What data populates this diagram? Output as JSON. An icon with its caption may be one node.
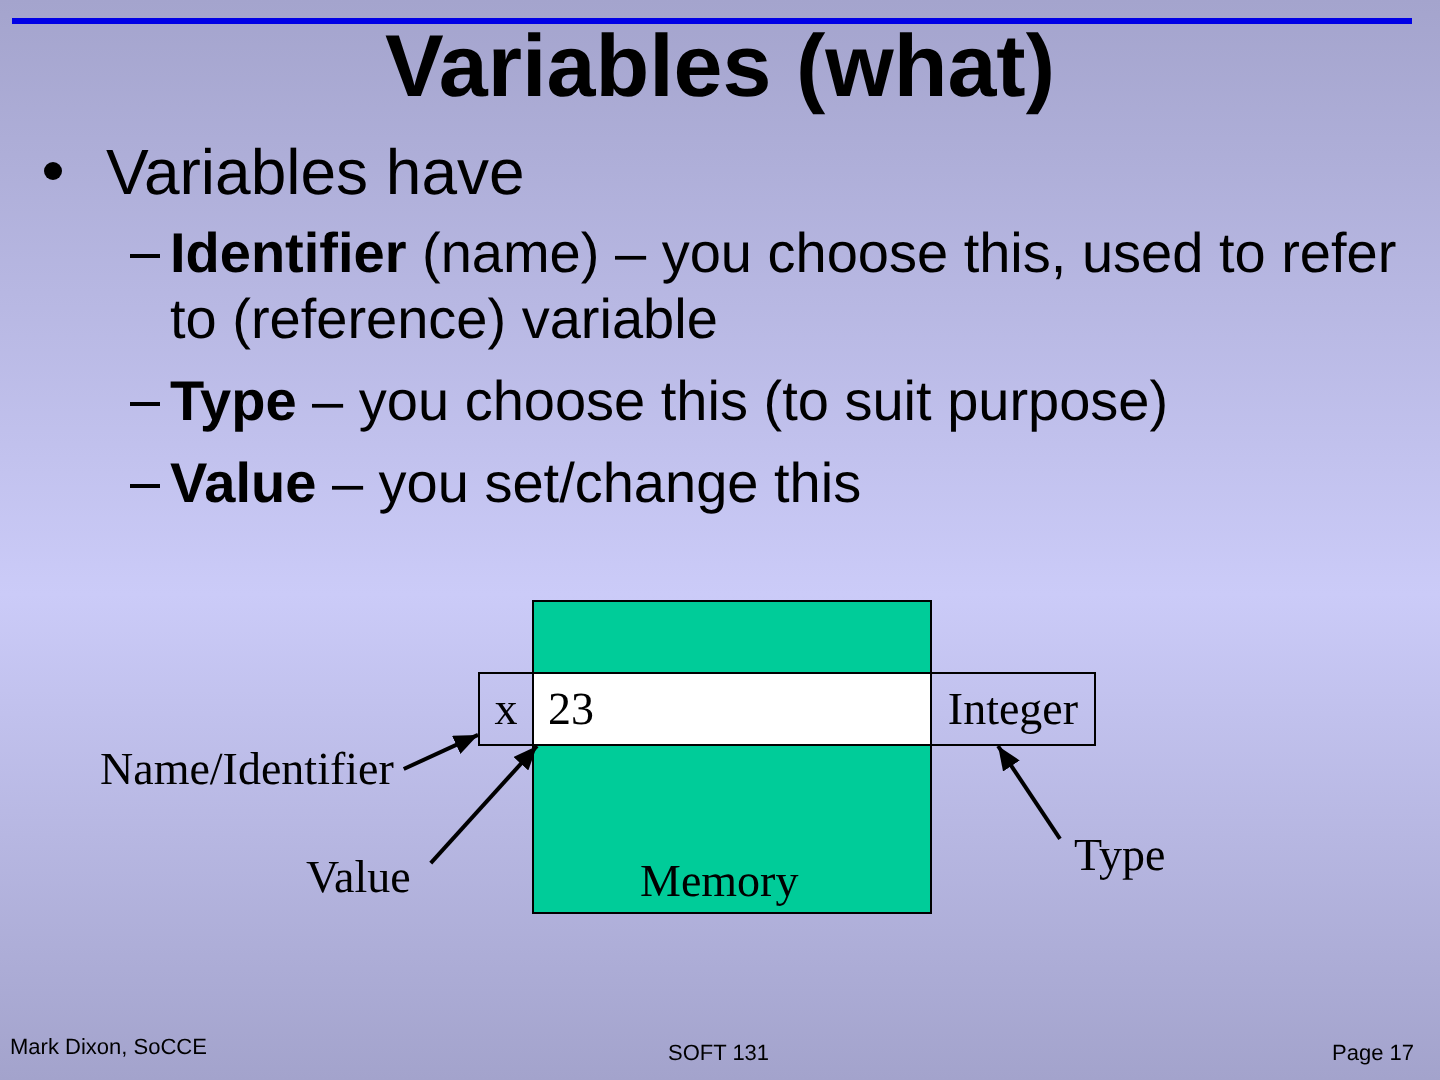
{
  "diagram": {
    "title": "Variables (what)",
    "nodes": [
      {
        "text": [
          "Memory"
        ]
      },
      {
        "text": [
          "x"
        ]
      },
      {
        "text": [
          "23"
        ],
        "in": 0
      },
      {
        "text": [
          "Integer"
        ]
      },
      {
        "text": [
          "Name/Identifier"
        ]
      },
      {
        "text": [
          "Value"
        ]
      },
      {
        "text": [
          "Type"
        ]
      }
    ],
    "edges": [
      {
        "from": 4,
        "to": 1,
        "arrow": "to"
      },
      {
        "from": 5,
        "to": 2,
        "arrow": "to"
      },
      {
        "from": 6,
        "to": 3,
        "arrow": "to"
      }
    ],
    "labels": [
      "Variables have",
      "**Identifier** (name) – you choose this, used to refer to (reference) variable",
      "**Type** – you choose this (to suit purpose)",
      "**Value** – you set/change this",
      "Mark Dixon, SoCCE",
      "SOFT 131",
      "Page 17"
    ]
  }
}
